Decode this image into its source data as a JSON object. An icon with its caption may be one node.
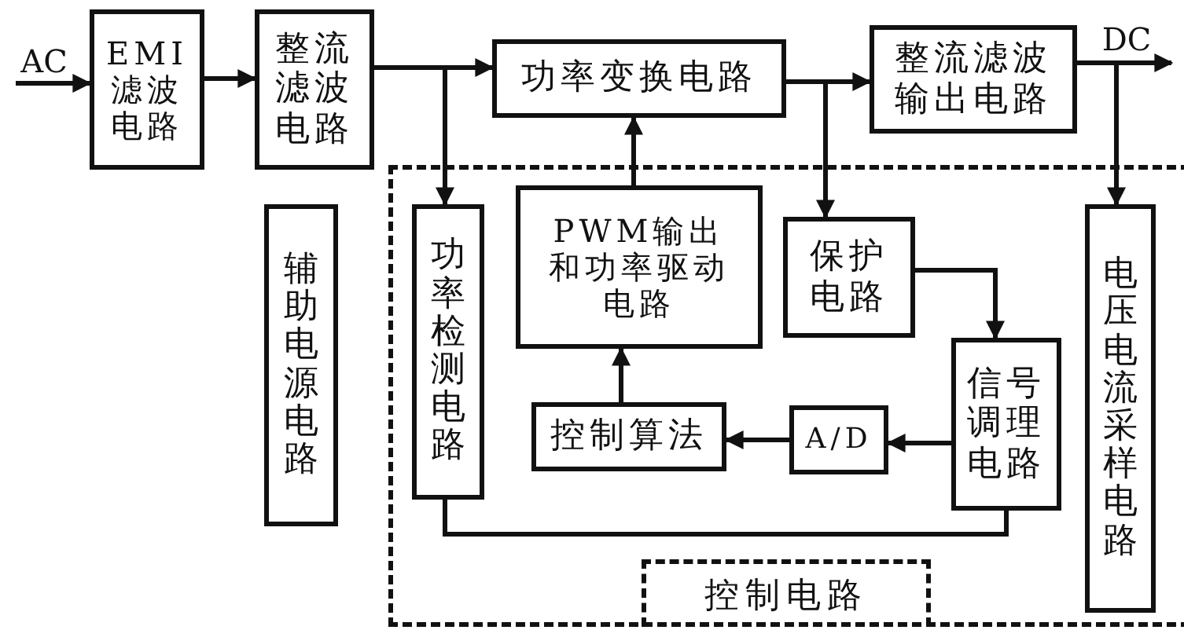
{
  "diagram": {
    "nodes": [
      {
        "text": [
          "AC"
        ]
      },
      {
        "text": [
          "EMI滤波电路"
        ]
      },
      {
        "text": [
          "整流滤波电路"
        ]
      },
      {
        "text": [
          "功率变换电路"
        ]
      },
      {
        "text": [
          "整流滤波输出电路"
        ]
      },
      {
        "text": [
          "DC"
        ]
      },
      {
        "text": [
          "控制电路"
        ]
      },
      {
        "text": [
          "功率检测电路"
        ],
        "in": 6
      },
      {
        "text": [
          "PWM输出和功率驱动电路"
        ],
        "in": 6
      },
      {
        "text": [
          "保护电路"
        ],
        "in": 6
      },
      {
        "text": [
          "辅助电源电路"
        ]
      },
      {
        "text": [
          "电压电流采样电路"
        ],
        "in": 6
      },
      {
        "text": [
          "信号调理电路"
        ],
        "in": 6
      },
      {
        "text": [
          "A/D"
        ],
        "in": 6
      },
      {
        "text": [
          "控制算法"
        ],
        "in": 6
      }
    ],
    "edges": [
      {
        "from": 0,
        "to": 1,
        "arrow": "to"
      },
      {
        "from": 1,
        "to": 2,
        "arrow": "to"
      },
      {
        "from": 2,
        "to": 3,
        "arrow": "to"
      },
      {
        "from": 2,
        "to": 7,
        "arrow": "to"
      },
      {
        "from": 3,
        "to": 4,
        "arrow": "to"
      },
      {
        "from": 3,
        "to": 9,
        "arrow": "to"
      },
      {
        "from": 4,
        "to": 5,
        "arrow": "to"
      },
      {
        "from": 4,
        "to": 11,
        "arrow": "to"
      },
      {
        "from": 8,
        "to": 3,
        "arrow": "to"
      },
      {
        "from": 9,
        "to": 12,
        "arrow": "to"
      },
      {
        "from": 12,
        "to": 13,
        "arrow": "to"
      },
      {
        "from": 13,
        "to": 14,
        "arrow": "to"
      },
      {
        "from": 14,
        "to": 8,
        "arrow": "to"
      },
      {
        "from": 7,
        "to": 12,
        "arrow": "none"
      }
    ]
  }
}
